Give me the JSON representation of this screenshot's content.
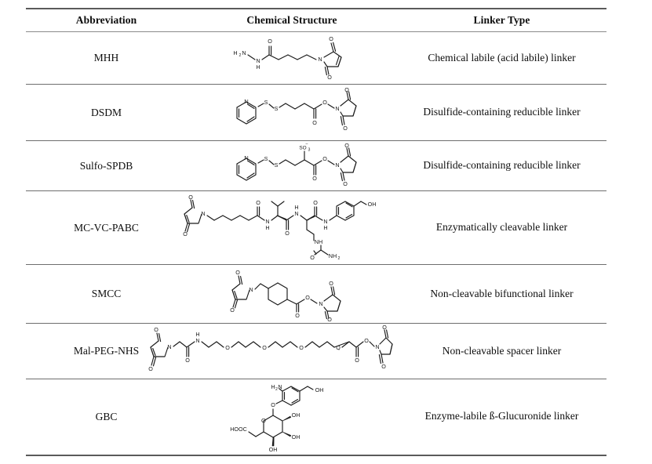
{
  "table": {
    "columns": [
      {
        "key": "abbreviation",
        "label": "Abbreviation"
      },
      {
        "key": "chemical_structure",
        "label": "Chemical Structure"
      },
      {
        "key": "linker_type",
        "label": "Linker Type"
      }
    ],
    "rows": [
      {
        "abbreviation": "MHH",
        "structure_name": "mhh-structure",
        "structure_atoms": "H2N, N, H, O, O, O",
        "linker_type": "Chemical labile (acid labile) linker"
      },
      {
        "abbreviation": "DSDM",
        "structure_name": "dsdm-structure",
        "structure_atoms": "N, S, S, O, N, O, O",
        "linker_type": "Disulfide-containing reducible linker"
      },
      {
        "abbreviation": "Sulfo-SPDB",
        "structure_name": "sulfo-spdb-structure",
        "structure_atoms": "N, S, S, SO3-, O, N, O, O",
        "linker_type": "Disulfide-containing reducible linker"
      },
      {
        "abbreviation": "MC-VC-PABC",
        "structure_name": "mc-vc-pabc-structure",
        "structure_atoms": "N, O, O, O, N, H, O, N, H, O, N, H, NH, O, NH2, OH",
        "linker_type": "Enzymatically cleavable linker"
      },
      {
        "abbreviation": "SMCC",
        "structure_name": "smcc-structure",
        "structure_atoms": "O, O, N, O, O, N, O, O",
        "linker_type": "Non-cleavable bifunctional linker"
      },
      {
        "abbreviation": "Mal-PEG-NHS",
        "structure_name": "mal-peg-nhs-structure",
        "structure_atoms": "O, O, N, O, H, N, O, O, O, O, O, N, O, O",
        "linker_type": "Non-cleavable spacer linker"
      },
      {
        "abbreviation": "GBC",
        "structure_name": "gbc-structure",
        "structure_atoms": "H2N, OH, O, O, OH, OH, OH, HOOC",
        "linker_type": "Enzyme-labile ß-Glucuronide linker"
      }
    ]
  },
  "labels": {
    "H2N": "H",
    "NH2": "NH",
    "O": "O",
    "N": "N",
    "S": "S",
    "H": "H",
    "OH": "OH",
    "NH": "NH",
    "SO3": "SO",
    "HOOC": "HOOC",
    "two": "2",
    "three": "3",
    "minus": "–"
  },
  "colors": {
    "rule_dark": "#5a5a5a",
    "rule_light": "#6e6e6e",
    "text": "#0d0d0d",
    "bond": "#1a1a1a",
    "background": "#ffffff"
  }
}
